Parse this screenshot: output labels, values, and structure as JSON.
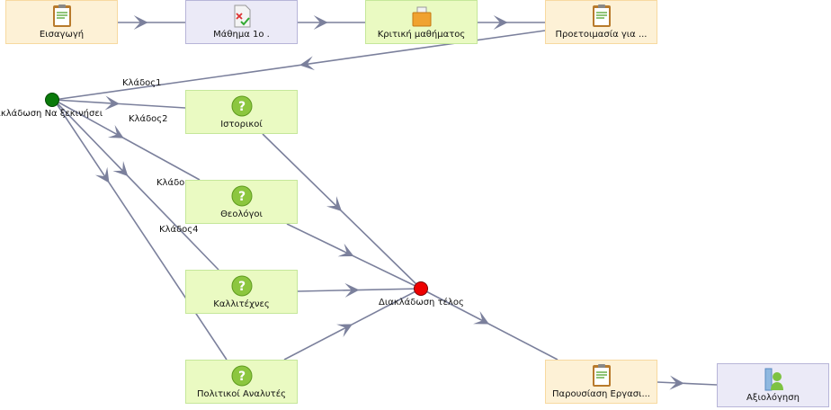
{
  "nodes": {
    "intro": "Εισαγωγή",
    "lesson": "Μάθημα 1ο .",
    "critique": "Κριτική μαθήματος",
    "prep": "Προετοιμασία για ...",
    "historians": "Ιστορικοί",
    "theologians": "Θεολόγοι",
    "artists": "Καλλιτέχνες",
    "analysts": "Πολιτικοί Αναλυτές",
    "presentation": "Παρουσίαση Εργασι...",
    "assessment": "Αξιολόγηση"
  },
  "gateways": {
    "start": "Διακλάδωση Να ξεκινήσει",
    "end": "Διακλάδωση τέλος"
  },
  "branches": {
    "b1": "Κλάδος1",
    "b2": "Κλάδος2",
    "b3": "Κλάδο",
    "b4": "Κλάδος4"
  },
  "colors": {
    "edge": "#7b809c",
    "start_gateway": "#0a7a0a",
    "end_gateway": "#ee0000"
  }
}
